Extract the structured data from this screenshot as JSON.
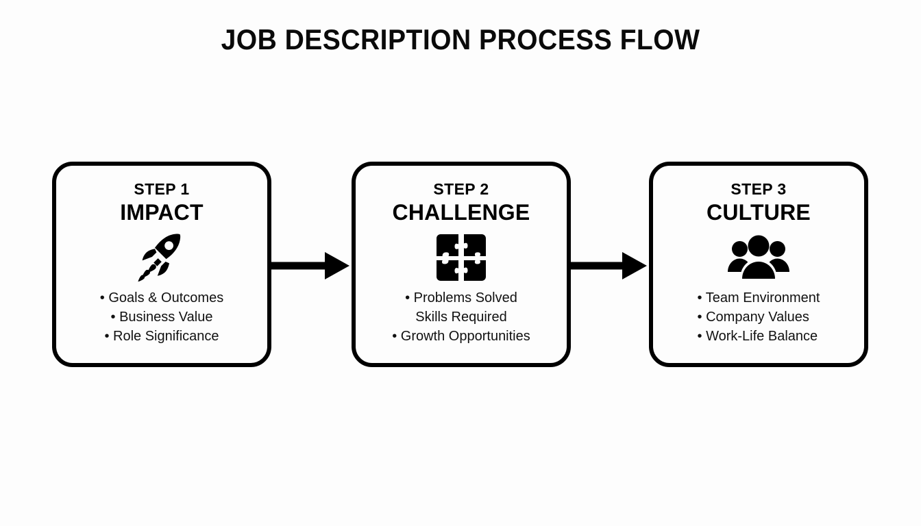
{
  "title": "JOB DESCRIPTION PROCESS FLOW",
  "theme": {
    "background": "#fdfdfd",
    "ink": "#000000",
    "card_border": "#000000"
  },
  "steps": [
    {
      "step_label": "STEP 1",
      "name": "IMPACT",
      "icon": "rocket-icon",
      "bullet_align": "center",
      "bullets": [
        {
          "text": "Goals & Outcomes",
          "bullet": true
        },
        {
          "text": "Business Value",
          "bullet": true
        },
        {
          "text": "Role Significance",
          "bullet": true
        }
      ]
    },
    {
      "step_label": "STEP 2",
      "name": "CHALLENGE",
      "icon": "puzzle-icon",
      "bullet_align": "center",
      "bullets": [
        {
          "text": "Problems Solved",
          "bullet": true
        },
        {
          "text": "Skills Required",
          "bullet": false
        },
        {
          "text": "Growth Opportunities",
          "bullet": true
        }
      ]
    },
    {
      "step_label": "STEP 3",
      "name": "CULTURE",
      "icon": "people-group-icon",
      "bullet_align": "left",
      "bullets": [
        {
          "text": "Team Environment",
          "bullet": true
        },
        {
          "text": "Company Values",
          "bullet": true
        },
        {
          "text": "Work-Life Balance",
          "bullet": true
        }
      ]
    }
  ],
  "connectors": [
    {
      "name": "arrow-step1-to-step2",
      "direction": "right"
    },
    {
      "name": "arrow-step2-to-step3",
      "direction": "right"
    }
  ]
}
